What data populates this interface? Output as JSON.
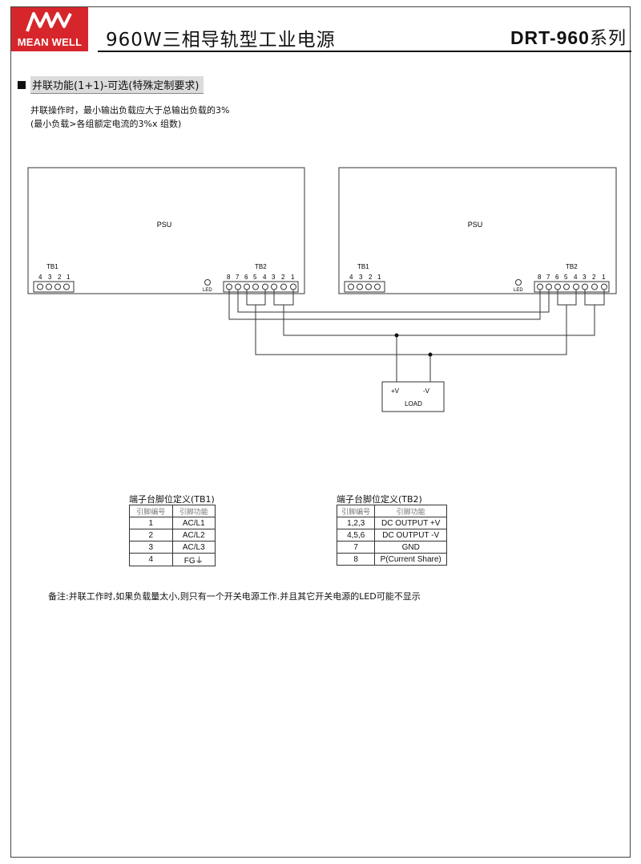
{
  "header": {
    "brand": "MEAN WELL",
    "title": "960W三相导轨型工业电源",
    "model": "DRT-960",
    "model_suffix": "系列"
  },
  "section": {
    "title": "并联功能(1+1)-可选(特殊定制要求)",
    "line1": "并联操作时，最小输出负载应大于总输出负载的3%",
    "line2": "(最小负载>各组额定电流的3%x 组数)"
  },
  "diagram": {
    "psu_left": "PSU",
    "psu_right": "PSU",
    "tb1": "TB1",
    "tb2": "TB2",
    "led": "LED",
    "tb1_pins": [
      "4",
      "3",
      "2",
      "1"
    ],
    "tb2_pins": [
      "8",
      "7",
      "6",
      "5",
      "4",
      "3",
      "2",
      "1"
    ],
    "load": "LOAD",
    "plus_v": "+V",
    "minus_v": "-V"
  },
  "tb1_table": {
    "title": "端子台脚位定义(TB1)",
    "headers": [
      "引脚编号",
      "引脚功能"
    ],
    "rows": [
      [
        "1",
        "AC/L1"
      ],
      [
        "2",
        "AC/L2"
      ],
      [
        "3",
        "AC/L3"
      ],
      [
        "4",
        "FG⏚"
      ]
    ]
  },
  "tb2_table": {
    "title": "端子台脚位定义(TB2)",
    "headers": [
      "引脚编号",
      "引脚功能"
    ],
    "rows": [
      [
        "1,2,3",
        "DC OUTPUT +V"
      ],
      [
        "4,5,6",
        "DC OUTPUT -V"
      ],
      [
        "7",
        "GND"
      ],
      [
        "8",
        "P(Current Share)"
      ]
    ]
  },
  "note": "备注:并联工作时,如果负载量太小,则只有一个开关电源工作.并且其它开关电源的LED可能不显示"
}
